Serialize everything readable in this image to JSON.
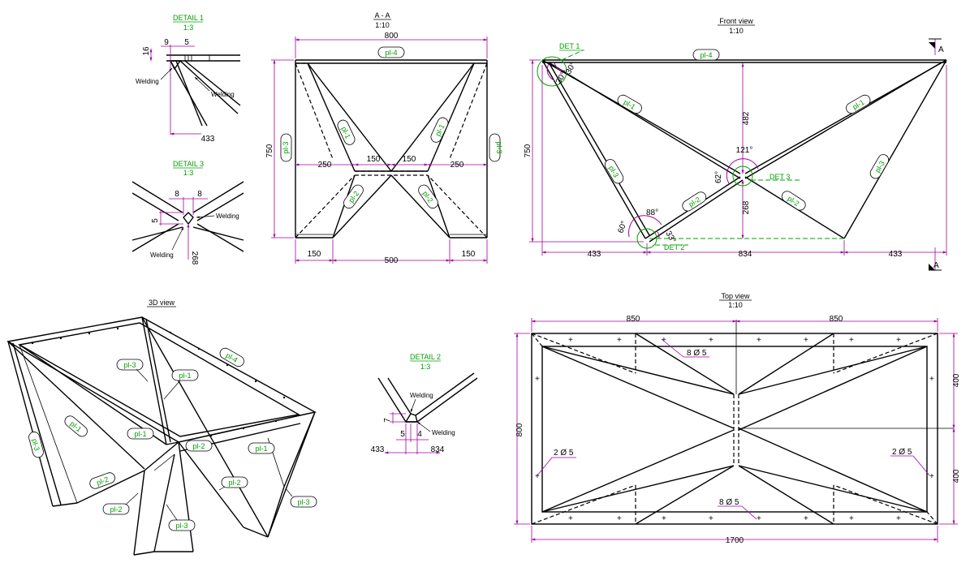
{
  "titles": {
    "detail1": "DETAIL 1",
    "detail1_scale": "1:3",
    "detail3": "DETAIL 3",
    "detail3_scale": "1:3",
    "section_aa": "A - A",
    "section_aa_scale": "1:10",
    "front_view": "Front view",
    "front_view_scale": "1:10",
    "view_3d": "3D view",
    "detail2": "DETAIL 2",
    "detail2_scale": "1:3",
    "top_view": "Top view",
    "top_view_scale": "1:10"
  },
  "parts": {
    "pl1": "pl-1",
    "pl2": "pl-2",
    "pl3": "pl-3",
    "pl4": "pl-4"
  },
  "labels": {
    "welding": "Welding",
    "det1": "DET 1",
    "det2": "DET 2",
    "det3": "DET 3",
    "section_marker": "A",
    "holes_8": "8 Ø 5",
    "holes_2": "2 Ø 5"
  },
  "detail1_dims": {
    "d16": "16",
    "d9": "9",
    "d5": "5",
    "d433": "433"
  },
  "detail3_dims": {
    "d8a": "8",
    "d8b": "8",
    "d5": "5",
    "d268": "268"
  },
  "detail2_dims": {
    "d7": "7",
    "d5": "5",
    "d4": "4",
    "d433": "433",
    "d834": "834"
  },
  "section_aa_dims": {
    "width": "800",
    "height": "750",
    "d250a": "250",
    "d150a": "150",
    "d150b": "150",
    "d250b": "250",
    "bottom_left": "150",
    "bottom_mid": "500",
    "bottom_right": "150"
  },
  "front_view_dims": {
    "height": "750",
    "bottom_left": "433",
    "bottom_mid": "834",
    "bottom_right": "433",
    "d482": "482",
    "d268": "268",
    "a30a": "30°",
    "a30b": "30°",
    "a121": "121°",
    "a62": "62°",
    "a88": "88°",
    "a60": "60°",
    "a33": "33°"
  },
  "top_view_dims": {
    "half_left": "850",
    "half_right": "850",
    "total": "1700",
    "depth": "800",
    "d400a": "400",
    "d400b": "400"
  },
  "colors": {
    "dimension": "#a000a0",
    "part_tag": "#00a000",
    "object": "#000000"
  }
}
